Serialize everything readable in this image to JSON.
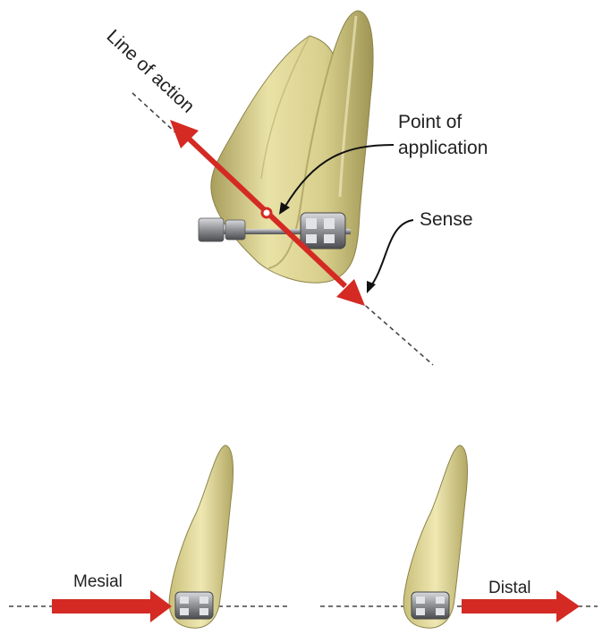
{
  "labels": {
    "line_of_action": "Line of action",
    "point_of_application_1": "Point of",
    "point_of_application_2": "application",
    "sense": "Sense",
    "mesial": "Mesial",
    "distal": "Distal"
  },
  "colors": {
    "arrow": "#d42a23",
    "tooth_light": "#e9e2a6",
    "tooth_mid": "#cfc47c",
    "tooth_dark": "#9e9554",
    "bracket": "#8d8f93",
    "dashed_line": "#444444"
  },
  "icons": [
    "tooth-illustration",
    "orthodontic-bracket",
    "force-arrow"
  ]
}
